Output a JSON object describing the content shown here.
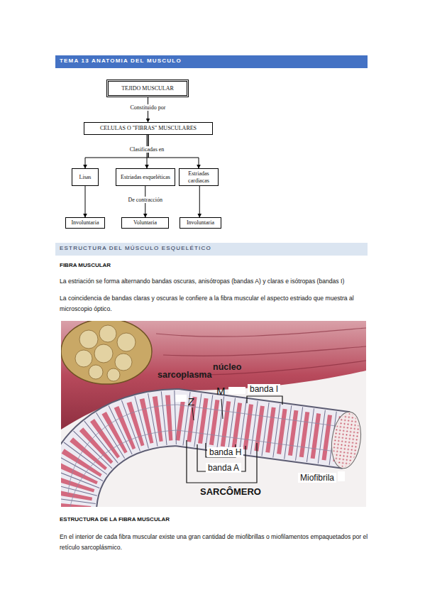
{
  "diagram": {
    "title": "TEMA 13 ANATOMIA DEL MUSCULO",
    "nodes": [
      {
        "text": [
          "TEJIDO MUSCULAR"
        ]
      },
      {
        "text": [
          "CELULAS O \"FIBRAS\" MUSCULARES"
        ]
      },
      {
        "text": [
          "Lisas"
        ]
      },
      {
        "text": [
          "Estriadas esqueléticas"
        ]
      },
      {
        "text": [
          "Estriadas cardiacas"
        ]
      },
      {
        "text": [
          "Involuntaria"
        ]
      },
      {
        "text": [
          "Voluntaria"
        ]
      },
      {
        "text": [
          "Involuntaria"
        ]
      }
    ],
    "edges": [
      {
        "from": 0,
        "to": 1,
        "label": "Constituido por",
        "arrow": "to"
      },
      {
        "from": 1,
        "to": 2,
        "arrow": "to"
      },
      {
        "from": 1,
        "to": 3,
        "label": "Clasificadas en",
        "arrow": "to"
      },
      {
        "from": 1,
        "to": 4,
        "arrow": "to"
      },
      {
        "from": 2,
        "to": 5,
        "arrow": "to"
      },
      {
        "from": 3,
        "to": 6,
        "label": "De contracción",
        "arrow": "to"
      },
      {
        "from": 4,
        "to": 7,
        "arrow": "to"
      }
    ],
    "labels": [
      "ESTRUCTURA DEL MÚSCULO ESQUELÉTICO",
      "FIBRA MUSCULAR",
      "La estriación se forma alternando bandas oscuras, anisótropas (bandas A) y claras e isótropas (bandas I)",
      "La coincidencia de bandas claras y oscuras le confiere a la fibra muscular el aspecto estriado que muestra al microscopio óptico.",
      "sarcoplasma",
      "núcleo",
      "M",
      "Z",
      "banda I",
      "banda H",
      "banda A",
      "SARCÔMERO",
      "Miofibrila",
      "ESTRUCTURA DE LA FIBRA MUSCULAR",
      "En el interior de cada fibra muscular existe una gran cantidad de miofibrillas o miofilamentos empaquetados por el retículo sarcoplásmico."
    ]
  }
}
